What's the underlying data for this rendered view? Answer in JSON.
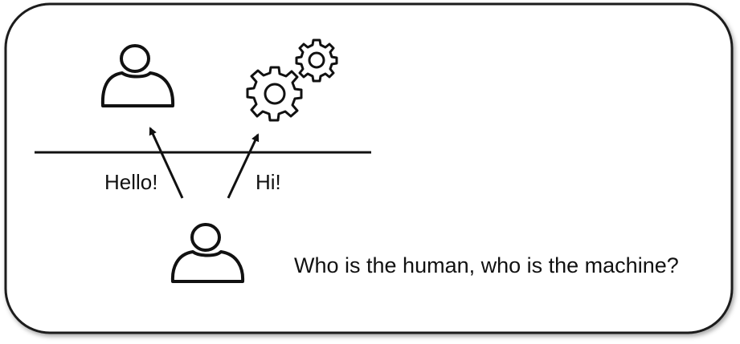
{
  "labels": {
    "reply_human": "Hello!",
    "reply_machine": "Hi!",
    "question": "Who is the human, who is the machine?"
  },
  "icons": {
    "top_left": "person-icon",
    "top_right": "gears-icon",
    "bottom": "person-icon"
  },
  "colors": {
    "stroke": "#111111",
    "background": "#ffffff"
  }
}
